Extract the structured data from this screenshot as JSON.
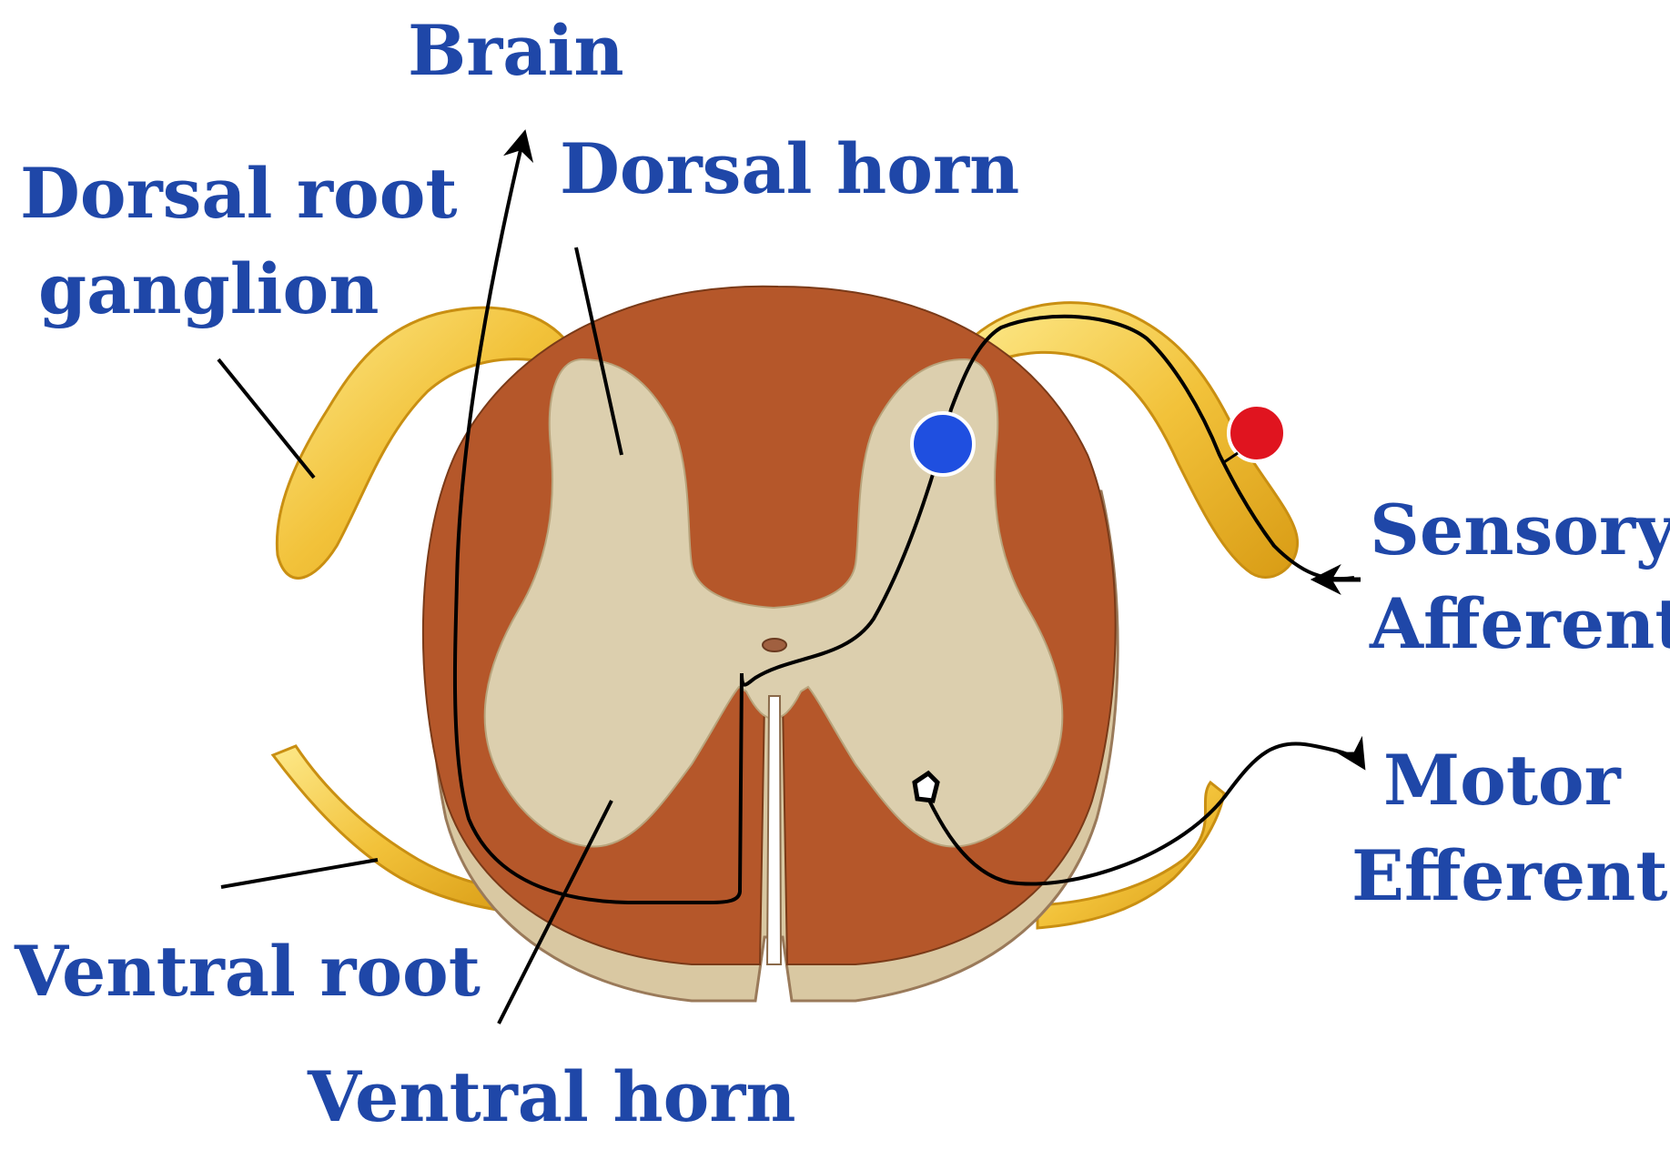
{
  "labels": {
    "brain": "Brain",
    "dorsal_horn": "Dorsal horn",
    "drg_line1": "Dorsal root",
    "drg_line2": "ganglion",
    "sensory_line1": "Sensory",
    "sensory_line2": "Afferent",
    "motor_line1": "Motor",
    "motor_line2": "Efferent",
    "ventral_root": "Ventral root",
    "ventral_horn": "Ventral horn"
  },
  "colors": {
    "label_text": "#1f47a8",
    "white_matter": "#b5572a",
    "gray_matter": "#dccfae",
    "nerve": "#f2c23a",
    "sensory_neuron": "#e0141f",
    "interneuron": "#1f4fe0",
    "pathway": "#000000"
  }
}
